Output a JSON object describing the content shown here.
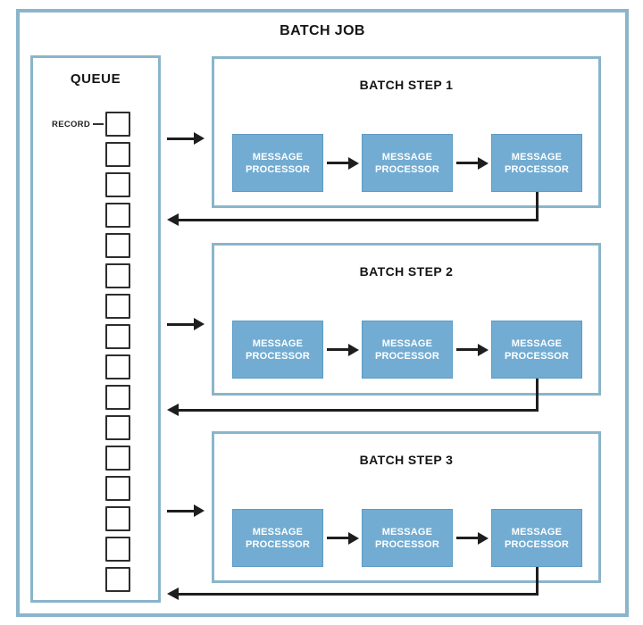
{
  "diagram": {
    "title": "BATCH JOB",
    "queue": {
      "title": "QUEUE",
      "record_label": "RECORD",
      "record_count": 16
    },
    "steps": [
      {
        "title": "BATCH STEP 1",
        "processors": [
          "MESSAGE PROCESSOR",
          "MESSAGE PROCESSOR",
          "MESSAGE PROCESSOR"
        ]
      },
      {
        "title": "BATCH STEP 2",
        "processors": [
          "MESSAGE PROCESSOR",
          "MESSAGE PROCESSOR",
          "MESSAGE PROCESSOR"
        ]
      },
      {
        "title": "BATCH STEP 3",
        "processors": [
          "MESSAGE PROCESSOR",
          "MESSAGE PROCESSOR",
          "MESSAGE PROCESSOR"
        ]
      }
    ],
    "colors": {
      "frame_border": "#8ab5cb",
      "processor_fill": "#72acd2",
      "processor_edge": "#5d9cc5",
      "arrow": "#1e1e1e",
      "record_square_edge": "#2d2d2d",
      "text": "#151515",
      "processor_text": "#ffffff"
    }
  }
}
